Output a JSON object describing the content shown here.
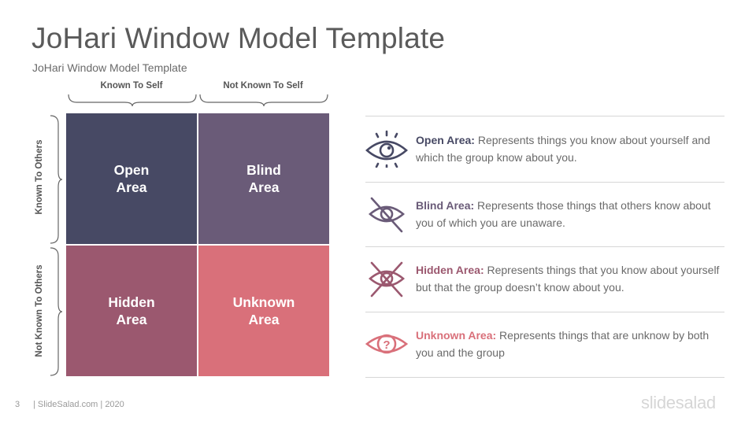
{
  "title": "JoHari Window Model Template",
  "subtitle": "JoHari Window Model Template",
  "matrix": {
    "col_labels": [
      "Known To Self",
      "Not Known To Self"
    ],
    "row_labels": [
      "Known To Others",
      "Not Known To Others"
    ],
    "cells": [
      {
        "line1": "Open",
        "line2": "Area",
        "color": "#474964"
      },
      {
        "line1": "Blind",
        "line2": "Area",
        "color": "#6a5b78"
      },
      {
        "line1": "Hidden",
        "line2": "Area",
        "color": "#9b586f"
      },
      {
        "line1": "Unknown",
        "line2": "Area",
        "color": "#d9707a"
      }
    ]
  },
  "legend": [
    {
      "icon": "eye-icon",
      "heading": "Open Area:",
      "text": " Represents things you know about yourself and which the group know about you.",
      "color": "#474964"
    },
    {
      "icon": "eye-slash-icon",
      "heading": "Blind Area:",
      "text": " Represents those things that others know about you of which you are unaware.",
      "color": "#6a5b78"
    },
    {
      "icon": "eye-crossed-icon",
      "heading": "Hidden Area:",
      "text": " Represents things that you know about yourself but that the group doesn’t know about you.",
      "color": "#9b586f"
    },
    {
      "icon": "eye-question-icon",
      "heading": "Unknown Area:",
      "text": " Represents things that are unknow by both you and the group",
      "color": "#d9707a"
    }
  ],
  "footer": {
    "page_number": "3",
    "text": "| SlideSalad.com | 2020"
  },
  "brand": "slidesalad"
}
